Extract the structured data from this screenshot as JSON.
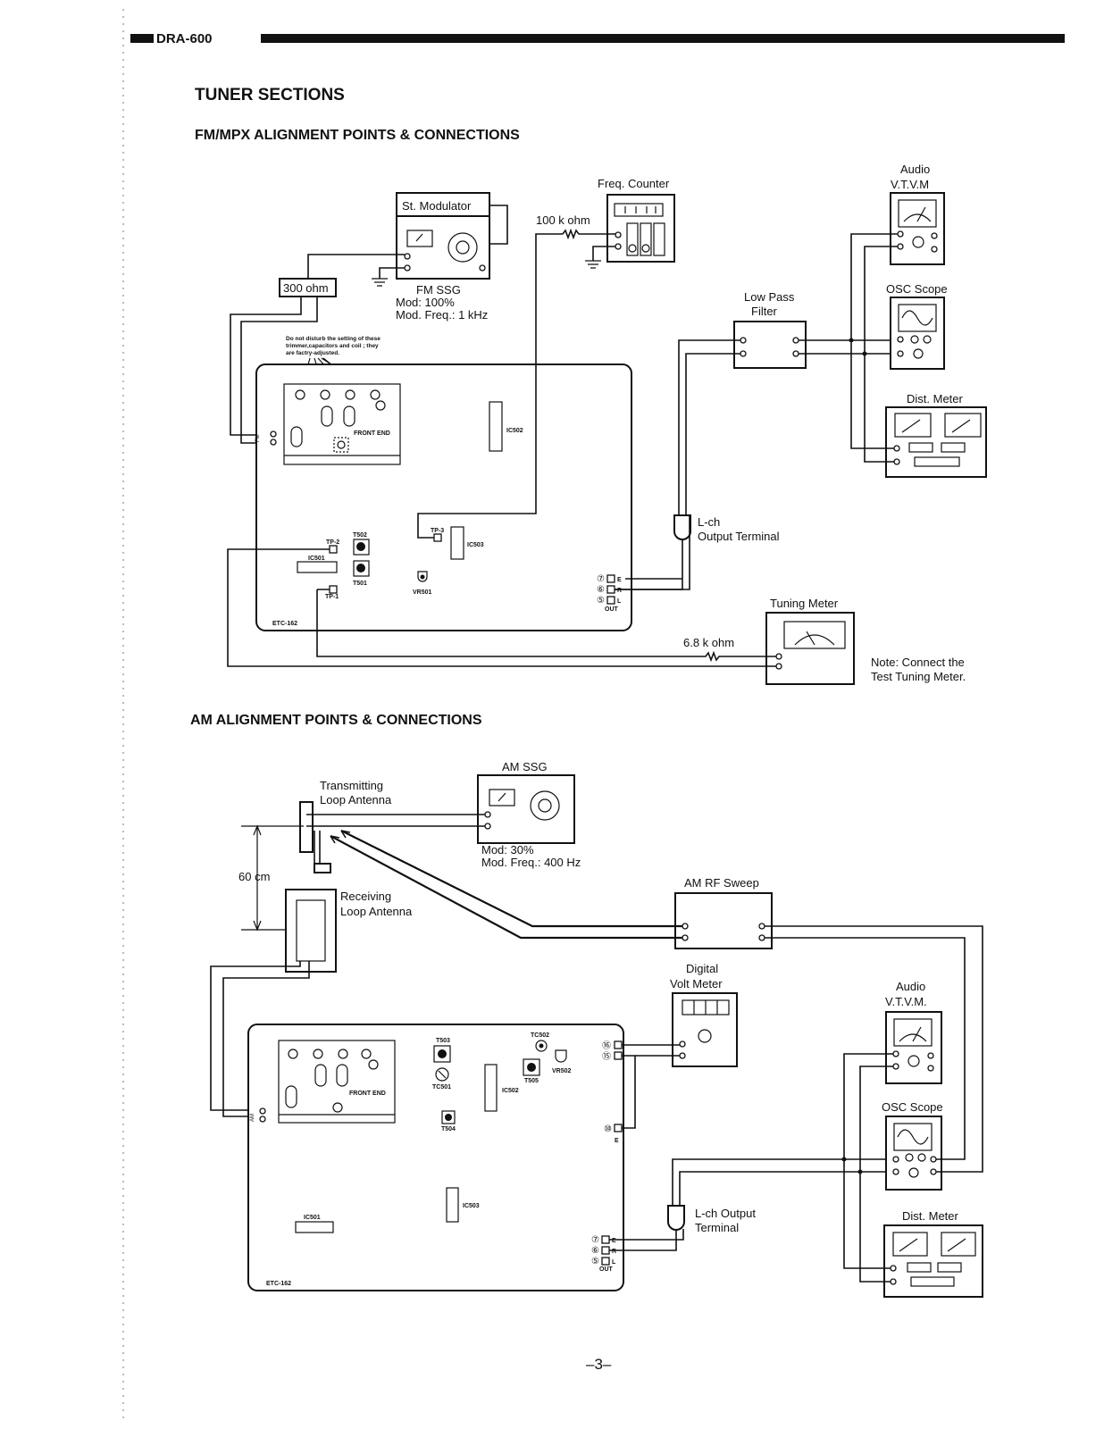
{
  "header": {
    "model": "DRA-600"
  },
  "section_title": "TUNER SECTIONS",
  "fm": {
    "title": "FM/MPX ALIGNMENT POINTS & CONNECTIONS",
    "st_modulator": "St. Modulator",
    "ssg_name": "FM SSG",
    "ssg_mod": "Mod: 100%",
    "ssg_freq": "Mod. Freq.: 1 kHz",
    "antenna_ohm": "300 ohm",
    "resistor_counter": "100 k ohm",
    "freq_counter": "Freq. Counter",
    "audio_vtvm_1": "Audio",
    "audio_vtvm_2": "V.T.V.M",
    "low_pass_1": "Low Pass",
    "low_pass_2": "Filter",
    "osc_scope": "OSC Scope",
    "dist_meter": "Dist. Meter",
    "warning_1": "Do not disturb the setting of these",
    "warning_2": "trimmer,capacitors and coil ; they",
    "warning_3": "are factry-adjusted.",
    "front_end": "FRONT END",
    "ic502": "IC502",
    "ic503": "IC503",
    "ic501": "IC501",
    "tp1": "TP-1",
    "tp2": "TP-2",
    "tp3": "TP-3",
    "t501": "T501",
    "t502": "T502",
    "vr501": "VR501",
    "etc": "ETC-162",
    "lch_1": "L-ch",
    "lch_2": "Output Terminal",
    "tuning_meter": "Tuning Meter",
    "resistor_tuning": "6.8 k ohm",
    "note_1": "Note: Connect the",
    "note_2": "Test Tuning Meter.",
    "out_e": "E",
    "out_r": "R",
    "out_l": "L",
    "out_label": "OUT",
    "pin_7": "⑦",
    "pin_6": "⑥",
    "pin_5": "⑤",
    "fm_pin": "FM"
  },
  "am": {
    "title": "AM ALIGNMENT POINTS & CONNECTIONS",
    "ssg_name": "AM SSG",
    "ssg_mod": "Mod: 30%",
    "ssg_freq": "Mod. Freq.: 400 Hz",
    "tx_loop_1": "Transmitting",
    "tx_loop_2": "Loop Antenna",
    "distance": "60 cm",
    "rx_loop_1": "Receiving",
    "rx_loop_2": "Loop Antenna",
    "rf_sweep": "AM RF Sweep",
    "dvm_1": "Digital",
    "dvm_2": "Volt Meter",
    "audio_vtvm_1": "Audio",
    "audio_vtvm_2": "V.T.V.M.",
    "osc_scope": "OSC Scope",
    "dist_meter": "Dist. Meter",
    "front_end": "FRONT END",
    "t503": "T503",
    "tc501": "TC501",
    "tc502": "TC502",
    "t505": "T505",
    "vr502": "VR502",
    "ic502": "IC502",
    "t504": "T504",
    "ic503": "IC503",
    "ic501": "IC501",
    "etc": "ETC-162",
    "lch_1": "L-ch Output",
    "lch_2": "Terminal",
    "pin_16": "⑯",
    "pin_15": "⑮",
    "pin_10": "⑩",
    "pin_e": "E",
    "out_e": "E",
    "out_r": "R",
    "out_l": "L",
    "out_label": "OUT",
    "pin_7": "⑦",
    "pin_6": "⑥",
    "pin_5": "⑤",
    "am_pin": "AM"
  },
  "page_number": "–3–"
}
